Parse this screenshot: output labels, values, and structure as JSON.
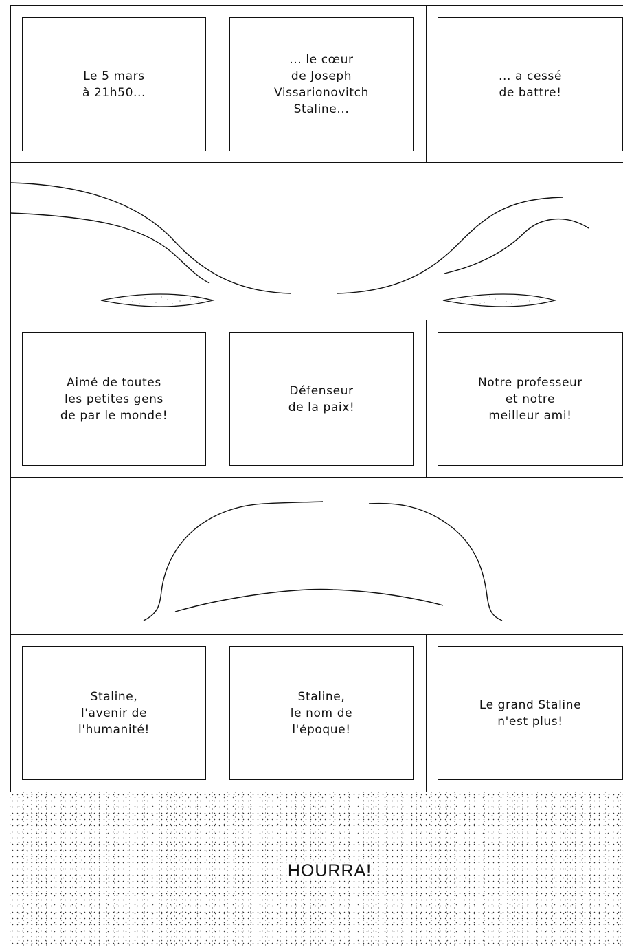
{
  "colors": {
    "ink": "#111111",
    "paper": "#ffffff"
  },
  "tier1": {
    "captions": [
      "Le 5 mars\nà 21h50...",
      "... le cœur\nde Joseph\nVissarionovitch\nStaline...",
      "... a cessé\nde battre!"
    ]
  },
  "tier3": {
    "captions": [
      "Aimé de toutes\nles petites gens\nde par le monde!",
      "Défenseur\nde la paix!",
      "Notre professeur\net notre\nmeilleur ami!"
    ]
  },
  "tier5": {
    "captions": [
      "Staline,\nl'avenir de\nl'humanité!",
      "Staline,\nle nom de\nl'époque!",
      "Le grand Staline\nn'est plus!"
    ]
  },
  "finale": {
    "shout": "HOURRA!"
  },
  "icons": {
    "eyes": "eyes-drawing",
    "moustache": "moustache-drawing"
  }
}
